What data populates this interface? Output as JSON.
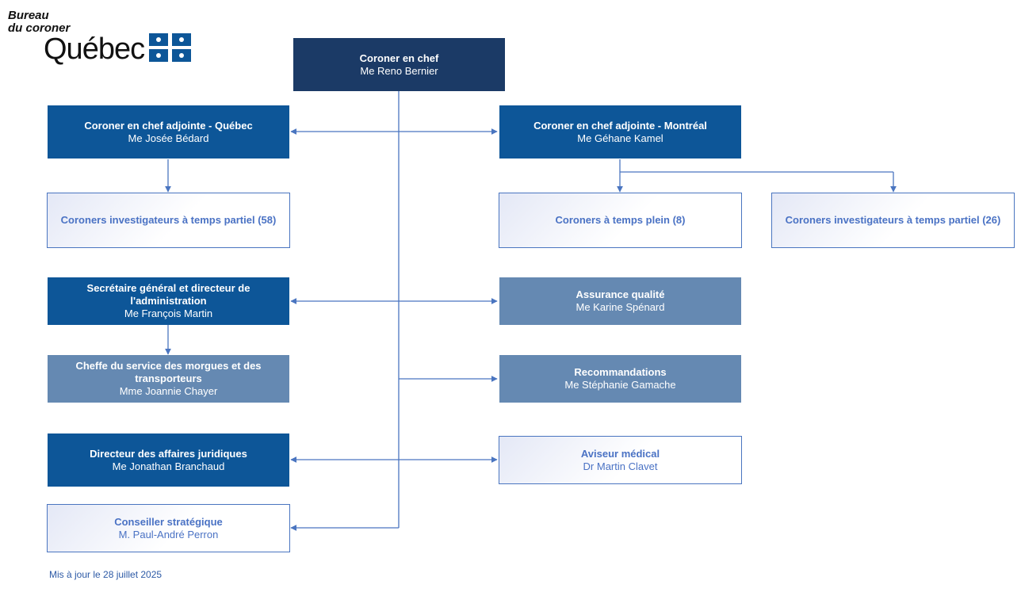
{
  "logo": {
    "line1": "Bureau",
    "line2": "du coroner",
    "wordmark": "Québec",
    "flag_blue": "#0d5698"
  },
  "colors": {
    "dark": "#1b3a66",
    "blue": "#0d5698",
    "mid": "#6589b2",
    "light_text": "#4a72c4",
    "connector": "#4a75c0"
  },
  "org": {
    "chief": {
      "title": "Coroner en chef",
      "name": "Me Reno Bernier"
    },
    "deputy_quebec": {
      "title": "Coroner en chef adjointe - Québec",
      "name": "Me Josée Bédard"
    },
    "deputy_montreal": {
      "title": "Coroner en chef adjointe - Montréal",
      "name": "Me Géhane Kamel"
    },
    "investigators_quebec": {
      "title": "Coroners investigateurs à temps partiel (58)"
    },
    "fulltime_montreal": {
      "title": "Coroners à temps plein (8)"
    },
    "investigators_montreal": {
      "title": "Coroners investigateurs à temps partiel (26)"
    },
    "secretary": {
      "title": "Secrétaire général et directeur de l'administration",
      "name": "Me François Martin"
    },
    "quality": {
      "title": "Assurance qualité",
      "name": "Me Karine Spénard"
    },
    "morgues": {
      "title": "Cheffe du service des morgues et des transporteurs",
      "name": "Mme Joannie Chayer"
    },
    "recommendations": {
      "title": "Recommandations",
      "name": "Me Stéphanie Gamache"
    },
    "legal": {
      "title": "Directeur des affaires juridiques",
      "name": "Me Jonathan Branchaud"
    },
    "medical": {
      "title": "Aviseur médical",
      "name": "Dr Martin Clavet"
    },
    "strategic": {
      "title": "Conseiller stratégique",
      "name": "M. Paul-André Perron"
    }
  },
  "footer": "Mis à jour le 28 juillet 2025"
}
